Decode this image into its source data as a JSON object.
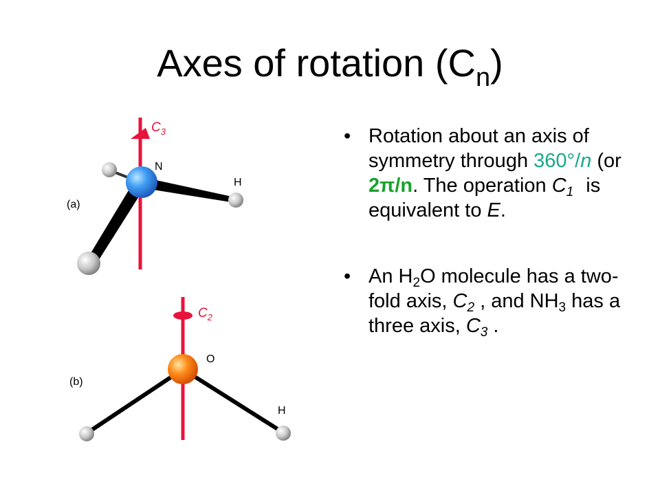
{
  "title": {
    "main": "Axes of rotation (C",
    "sub": "n",
    "close": ")"
  },
  "diagram_a": {
    "panel_label": "(a)",
    "axis_label_main": "C",
    "axis_label_sub": "3",
    "central_atom": "N",
    "h_label": "H"
  },
  "diagram_b": {
    "panel_label": "(b)",
    "axis_label_main": "C",
    "axis_label_sub": "2",
    "central_atom": "O",
    "h_label": "H"
  },
  "bullet1": {
    "marker": "•",
    "text1": "Rotation about an axis of symmetry through ",
    "angle": "360°/",
    "angle_var": "n",
    "text2": " (or ",
    "radian": "2π/n",
    "text3": ".  The operation ",
    "op_main": "C",
    "op_sub": "1",
    "text4": " is equivalent to ",
    "identity": "E",
    "text5": "."
  },
  "bullet2": {
    "marker": "•",
    "text1": " An H",
    "h2o_sub": "2",
    "text2": "O molecule has a two-fold axis, ",
    "c2_main": "C",
    "c2_sub": "2",
    "text3": " , and NH",
    "nh3_sub": "3",
    "text4": " has a three axis, ",
    "c3_main": "C",
    "c3_sub": "3",
    "text5": " ."
  },
  "colors": {
    "axis": "#e8133c",
    "nitrogen": "#2e8ff0",
    "oxygen": "#ff7a00",
    "hydrogen": "#bfbfbf",
    "teal_text": "#1aa88a",
    "green_text": "#17a22a"
  }
}
